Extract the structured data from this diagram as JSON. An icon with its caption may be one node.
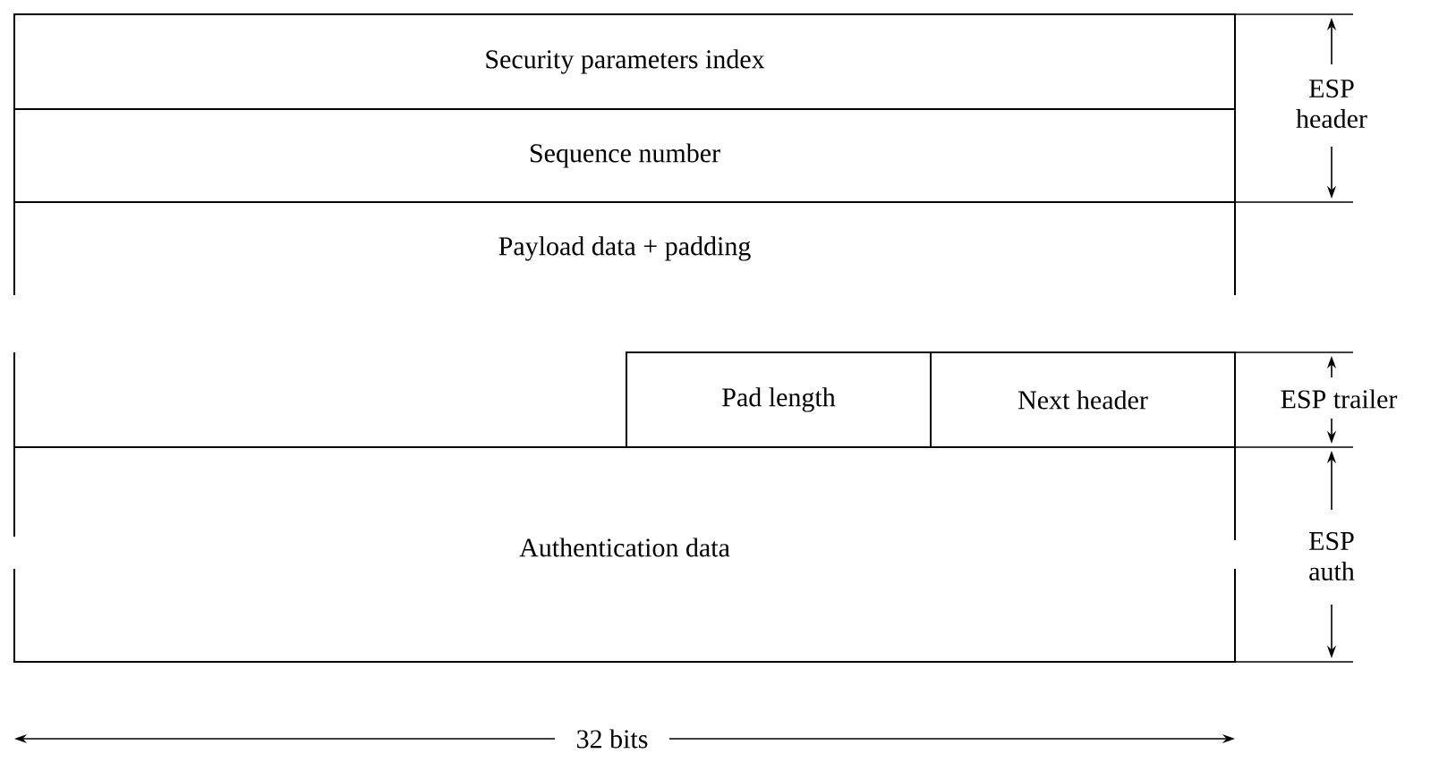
{
  "diagram": {
    "nodes": [
      {
        "text": [
          "Security parameters index"
        ]
      },
      {
        "text": [
          "Sequence number"
        ]
      },
      {
        "text": [
          "Payload data + padding"
        ]
      },
      {
        "text": [],
        "shape": "box"
      },
      {
        "text": [
          "Pad length"
        ]
      },
      {
        "text": [
          "Next header"
        ]
      },
      {
        "text": [
          "Authentication data"
        ]
      }
    ],
    "labels": [
      "ESP header",
      "ESP trailer",
      "ESP auth",
      "32 bits"
    ]
  }
}
